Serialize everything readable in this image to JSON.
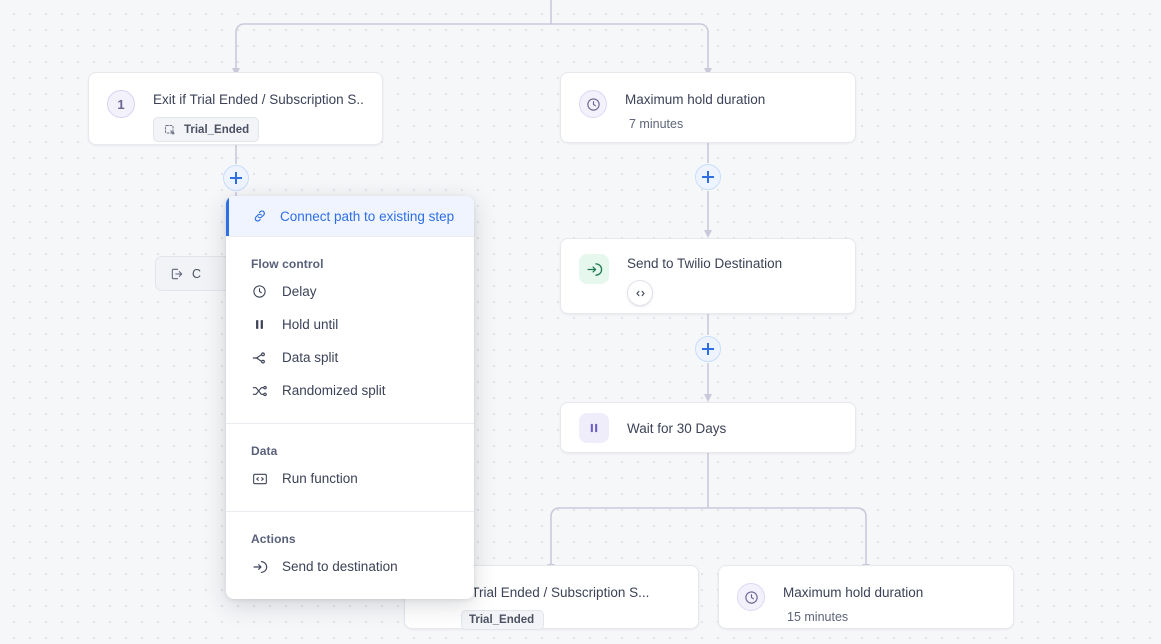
{
  "canvas": {
    "background_color": "#f6f7f9",
    "grid": "dotted",
    "edge_color": "#c9c9db"
  },
  "nodes": [
    {
      "id": "exit-trial-top",
      "badge": "1",
      "icon": "number-badge-icon",
      "title": "Exit if Trial Ended / Subscription S...",
      "tag": "Trial_Ended",
      "tag_icon": "selection-icon"
    },
    {
      "id": "max-hold-7",
      "icon": "clock-icon",
      "title": "Maximum hold duration",
      "subtitle": "7 minutes"
    },
    {
      "id": "send-twilio",
      "icon": "send-to-destination-icon",
      "title": "Send to Twilio Destination",
      "badge_icon": "code-icon"
    },
    {
      "id": "wait-30-days",
      "icon": "hold-until-icon",
      "title": "Wait for 30 Days"
    },
    {
      "id": "exit-trial-bottom",
      "title": "if Trial Ended / Subscription S...",
      "tag": "Trial_Ended"
    },
    {
      "id": "max-hold-15",
      "icon": "clock-icon",
      "title": "Maximum hold duration",
      "subtitle": "15 minutes"
    }
  ],
  "exit_chip": {
    "label": "C",
    "icon": "exit-icon"
  },
  "plus_buttons": {
    "label": "add-step",
    "accent": "#2f6fe4",
    "fill": "#eef4ff"
  },
  "menu": {
    "highlighted": {
      "label": "Connect path to existing step",
      "icon": "link-icon",
      "accent": "#2f6fe4"
    },
    "sections": [
      {
        "label": "Flow control",
        "items": [
          {
            "label": "Delay",
            "icon": "clock-icon"
          },
          {
            "label": "Hold until",
            "icon": "pause-icon"
          },
          {
            "label": "Data split",
            "icon": "data-split-icon"
          },
          {
            "label": "Randomized split",
            "icon": "randomized-split-icon"
          }
        ]
      },
      {
        "label": "Data",
        "items": [
          {
            "label": "Run function",
            "icon": "code-icon"
          }
        ]
      },
      {
        "label": "Actions",
        "items": [
          {
            "label": "Send to destination",
            "icon": "send-to-destination-icon"
          }
        ]
      }
    ]
  }
}
